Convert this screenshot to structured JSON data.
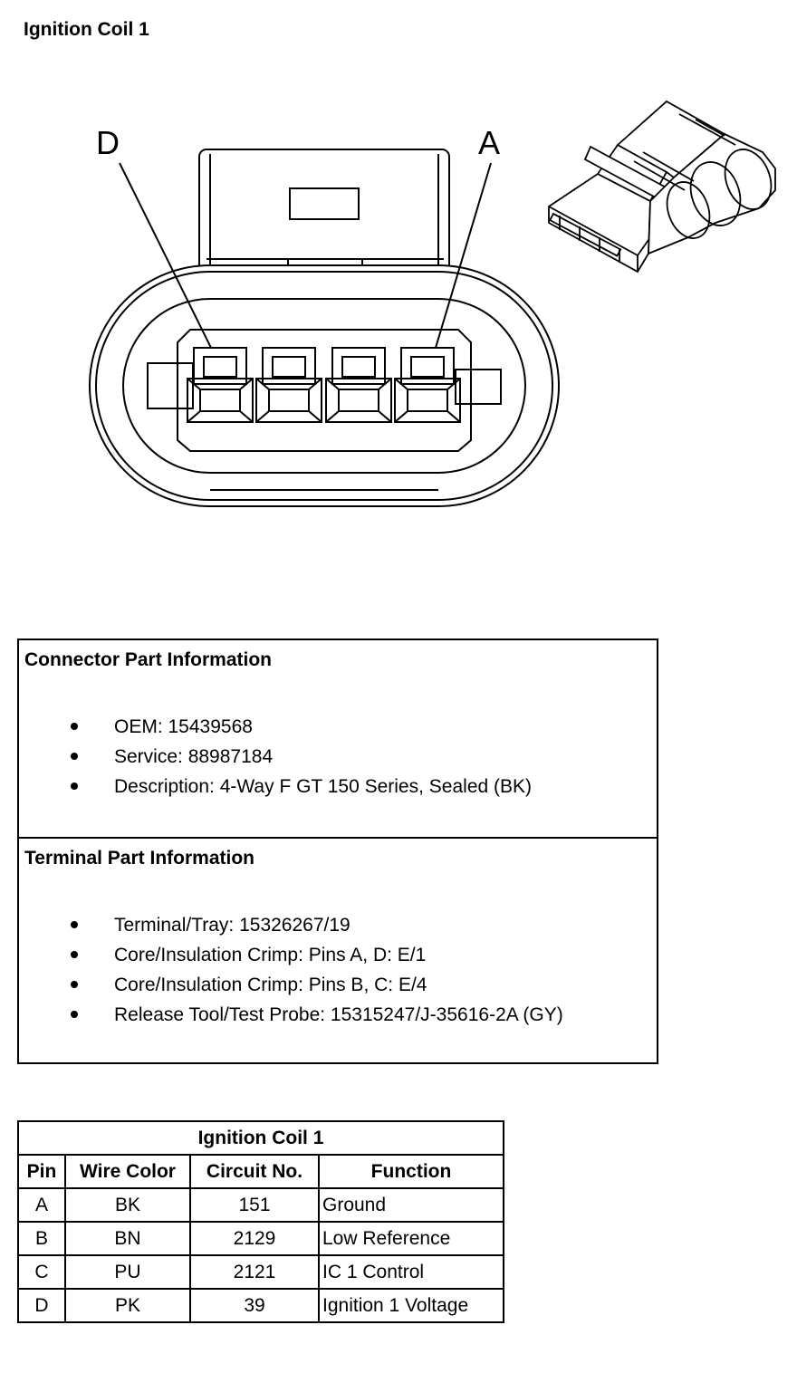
{
  "page_title": "Ignition Coil 1",
  "diagram": {
    "label_left": "D",
    "label_right": "A"
  },
  "connector_info": {
    "title": "Connector Part Information",
    "items": [
      "OEM: 15439568",
      "Service: 88987184",
      "Description: 4-Way F GT 150 Series, Sealed (BK)"
    ]
  },
  "terminal_info": {
    "title": "Terminal Part Information",
    "items": [
      "Terminal/Tray: 15326267/19",
      "Core/Insulation Crimp: Pins A, D: E/1",
      "Core/Insulation Crimp: Pins B, C: E/4",
      "Release Tool/Test Probe: 15315247/J-35616-2A (GY)"
    ]
  },
  "pin_table": {
    "title": "Ignition Coil 1",
    "headers": [
      "Pin",
      "Wire Color",
      "Circuit No.",
      "Function"
    ],
    "rows": [
      [
        "A",
        "BK",
        "151",
        "Ground"
      ],
      [
        "B",
        "BN",
        "2129",
        "Low Reference"
      ],
      [
        "C",
        "PU",
        "2121",
        "IC 1 Control"
      ],
      [
        "D",
        "PK",
        "39",
        "Ignition 1 Voltage"
      ]
    ]
  }
}
